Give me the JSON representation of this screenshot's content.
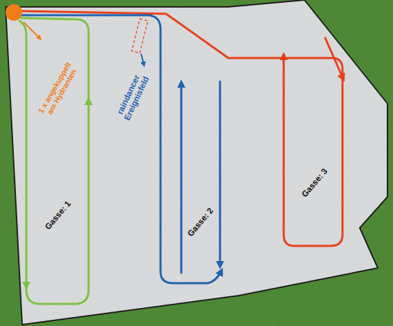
{
  "diagram": {
    "labels": [
      "1 x angekuppelt am Hydranten",
      "raindancer Ereignisfeld",
      "Gasse: 1",
      "Gasse: 2",
      "Gasse: 3"
    ]
  }
}
